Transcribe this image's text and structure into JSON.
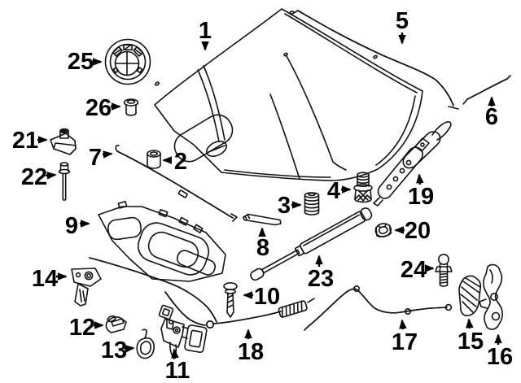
{
  "diagram": {
    "kind": "exploded-parts-diagram",
    "background": "#ffffff",
    "line_color": "#111111",
    "label_color": "#000000",
    "parts": [
      {
        "label": "1",
        "name": "hood-panel"
      },
      {
        "label": "2",
        "name": "rubber-bushing"
      },
      {
        "label": "3",
        "name": "rubber-buffer"
      },
      {
        "label": "4",
        "name": "bump-stop"
      },
      {
        "label": "5",
        "name": "rear-weatherstrip"
      },
      {
        "label": "6",
        "name": "corner-seal-strip"
      },
      {
        "label": "7",
        "name": "front-seal-strip"
      },
      {
        "label": "8",
        "name": "trim-strip"
      },
      {
        "label": "9",
        "name": "insulation-pad"
      },
      {
        "label": "10",
        "name": "push-rivet"
      },
      {
        "label": "11",
        "name": "hood-latch"
      },
      {
        "label": "12",
        "name": "latch-clip"
      },
      {
        "label": "13",
        "name": "safety-catch-lever"
      },
      {
        "label": "14",
        "name": "lock-bracket"
      },
      {
        "label": "15",
        "name": "release-handle-mount"
      },
      {
        "label": "16",
        "name": "release-handle"
      },
      {
        "label": "17",
        "name": "release-cable-rear"
      },
      {
        "label": "18",
        "name": "release-cable-front"
      },
      {
        "label": "19",
        "name": "hood-hinge"
      },
      {
        "label": "20",
        "name": "flange-nut"
      },
      {
        "label": "21",
        "name": "adjusting-bracket"
      },
      {
        "label": "22",
        "name": "locating-pin"
      },
      {
        "label": "23",
        "name": "gas-strut"
      },
      {
        "label": "24",
        "name": "ball-stud"
      },
      {
        "label": "25",
        "name": "emblem-roundel"
      },
      {
        "label": "26",
        "name": "grommet"
      }
    ]
  }
}
